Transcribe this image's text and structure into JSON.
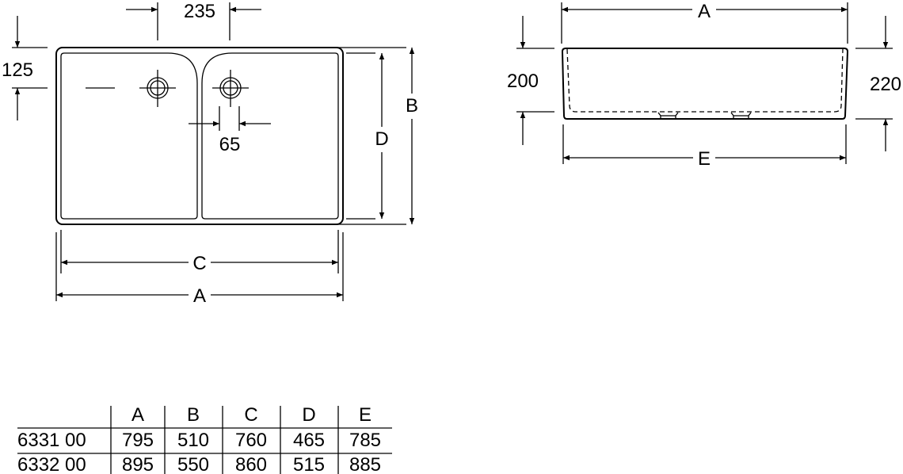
{
  "top_view": {
    "dim_tap_spacing": "235",
    "dim_drain_offset": "125",
    "dim_drain_gap": "65",
    "label_b": "B",
    "label_c": "C",
    "label_d": "D",
    "label_a": "A"
  },
  "side_view": {
    "label_a": "A",
    "label_e": "E",
    "dim_left_height": "200",
    "dim_right_height": "220"
  },
  "table": {
    "headers": [
      "",
      "A",
      "B",
      "C",
      "D",
      "E"
    ],
    "rows": [
      [
        "6331 00",
        "795",
        "510",
        "760",
        "465",
        "785"
      ],
      [
        "6332 00",
        "895",
        "550",
        "860",
        "515",
        "885"
      ]
    ]
  }
}
